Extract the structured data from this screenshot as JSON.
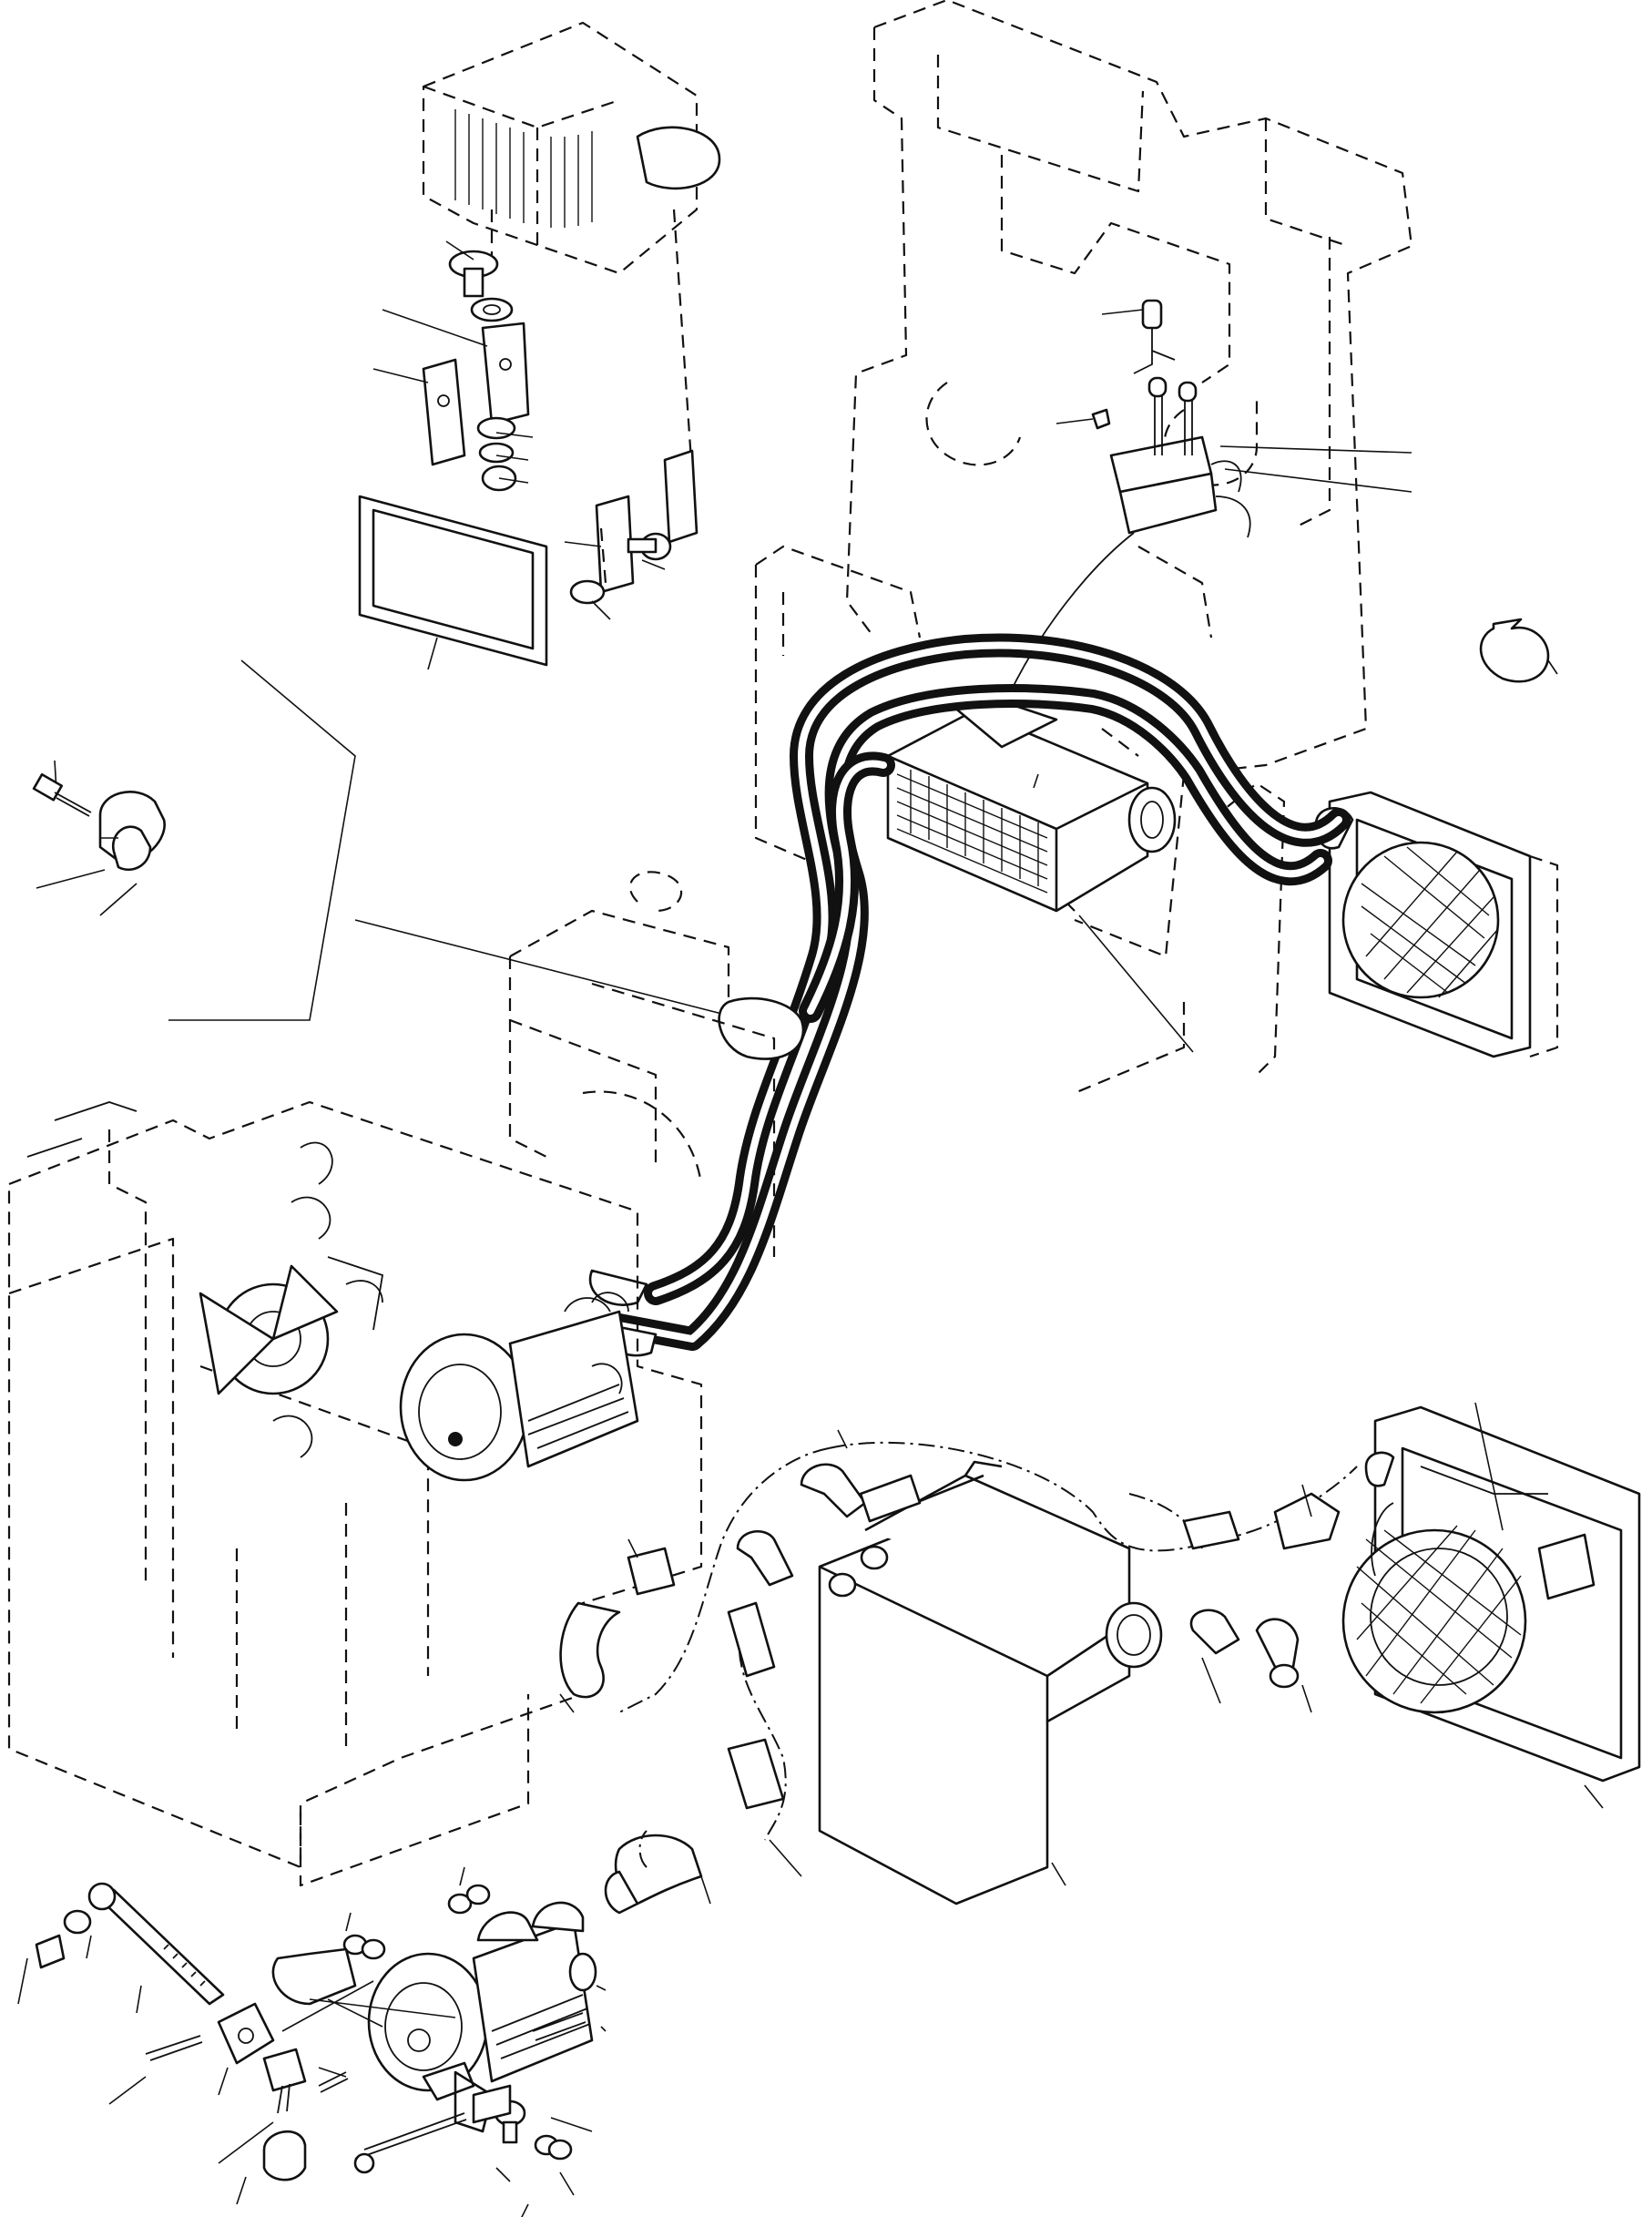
{
  "diagram": {
    "labels": [],
    "components": [
      "blower-unit",
      "heater-core-unit",
      "control-panel",
      "compressor",
      "condenser-fan",
      "refrigerant-hoses",
      "hose-clamp",
      "mounting-brackets"
    ]
  }
}
